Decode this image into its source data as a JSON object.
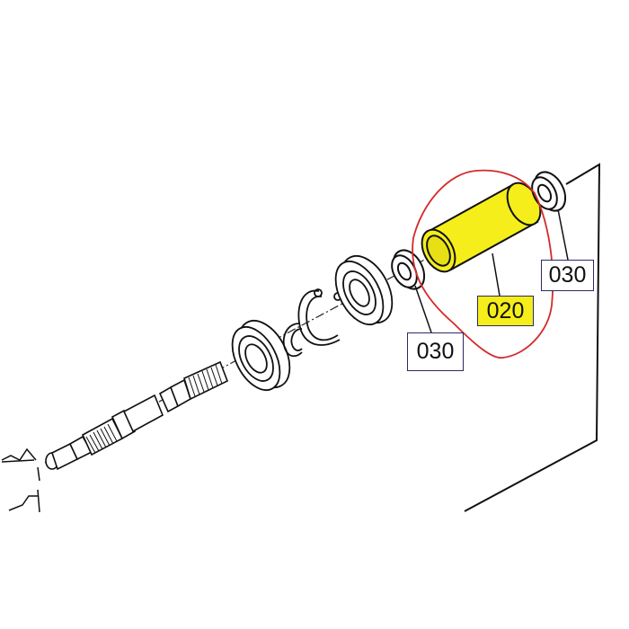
{
  "diagram": {
    "type": "exploded parts diagram",
    "subject": "shaft assembly with bearings, snap rings, seals and collar",
    "colors": {
      "line": "#111111",
      "highlight_fill": "#f5ee1a",
      "annotation_circle": "#d42a2a",
      "label_border": "#2a2a66"
    },
    "labels": [
      {
        "id": "030-left",
        "text": "030",
        "part": "seal"
      },
      {
        "id": "030-right",
        "text": "030",
        "part": "seal"
      },
      {
        "id": "020",
        "text": "020",
        "part": "collar (highlighted)",
        "highlighted": true
      }
    ],
    "annotation": {
      "shape": "hand-drawn red loop",
      "encloses": "020"
    },
    "parts_left_to_right": [
      "splined shaft",
      "ball bearing",
      "small snap ring",
      "large snap ring",
      "ball bearing",
      "seal 030",
      "collar 020",
      "seal 030",
      "housing outline"
    ]
  }
}
